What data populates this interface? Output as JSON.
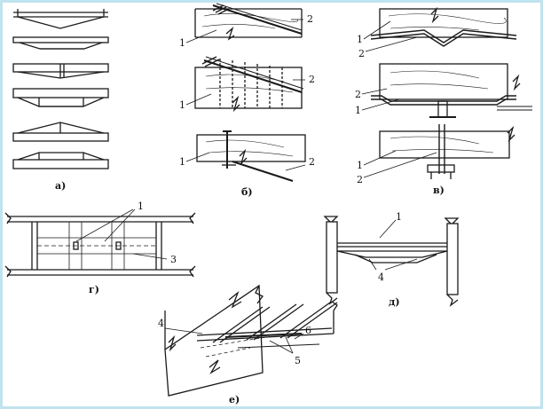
{
  "colors": {
    "frame": "#bfe3ef",
    "ink": "#1a1a1a",
    "paper": "#ffffff"
  },
  "panels": {
    "a": {
      "caption": "а)"
    },
    "b": {
      "caption": "б)",
      "labels": [
        "1",
        "2",
        "1",
        "2",
        "1",
        "2"
      ]
    },
    "v": {
      "caption": "в)",
      "labels": [
        "1",
        "2",
        "2",
        "1",
        "1",
        "2"
      ]
    },
    "g": {
      "caption": "г)",
      "labels": [
        "1",
        "3"
      ]
    },
    "d": {
      "caption": "д)",
      "labels": [
        "1",
        "4"
      ]
    },
    "e": {
      "caption": "е)",
      "labels": [
        "4",
        "6",
        "5"
      ]
    }
  }
}
